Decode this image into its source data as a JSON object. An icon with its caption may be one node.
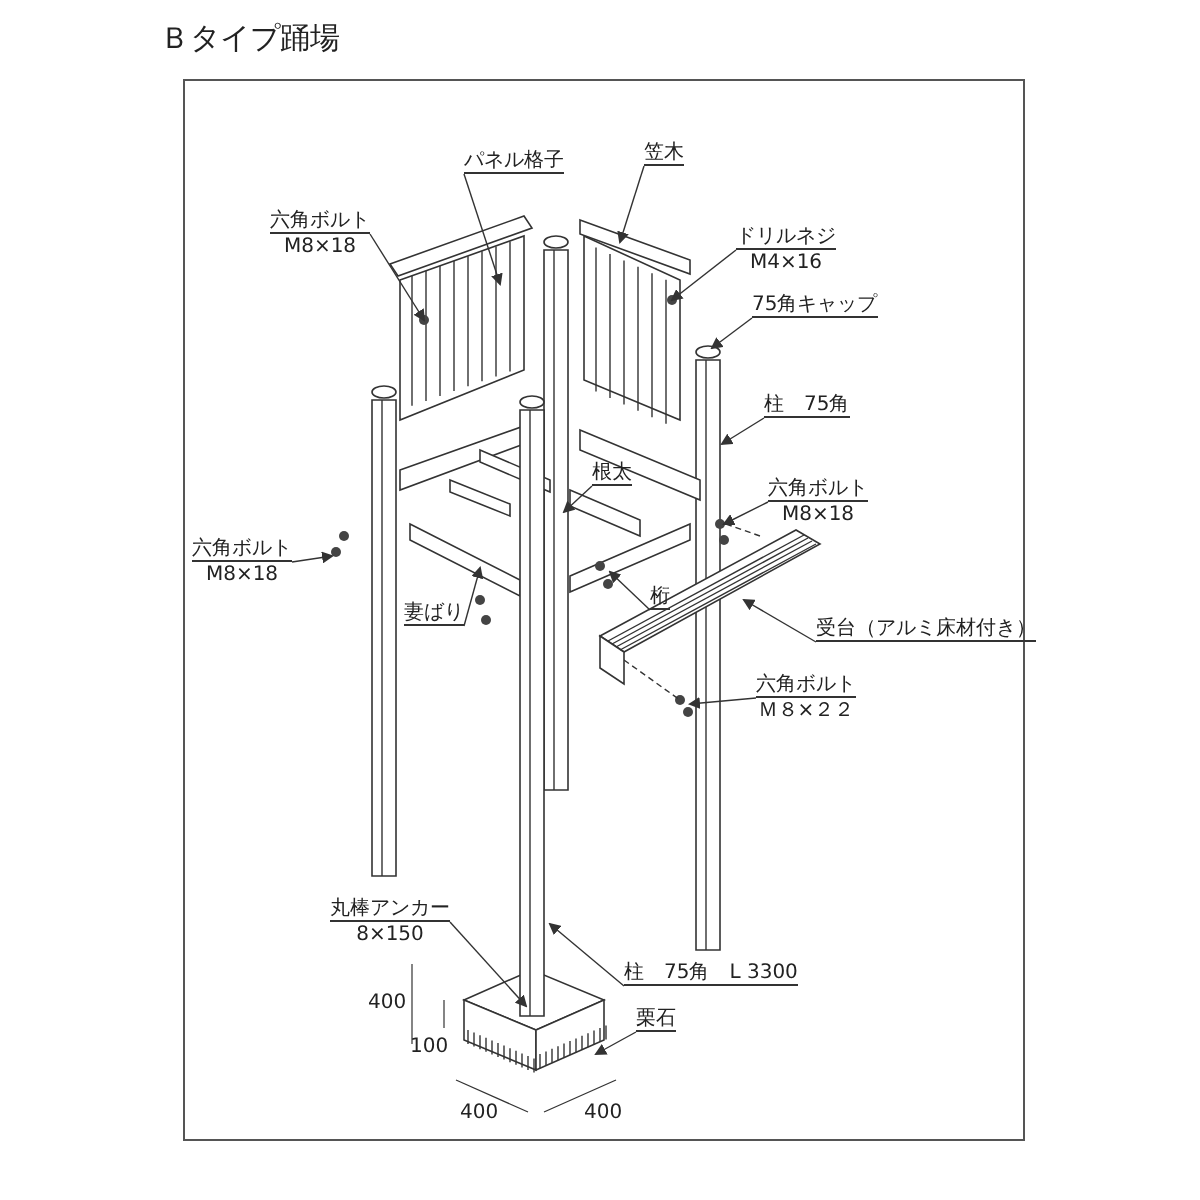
{
  "diagram": {
    "title": "Ｂタイプ踊場",
    "nodes": [
      {
        "text": [
          "六角ボルト",
          "M8×18"
        ]
      },
      {
        "text": [
          "パネル格子"
        ]
      },
      {
        "text": [
          "笠木"
        ]
      },
      {
        "text": [
          "ドリルネジ",
          "M4×16"
        ]
      },
      {
        "text": [
          "75角キャップ"
        ]
      },
      {
        "text": [
          "柱　75角"
        ]
      },
      {
        "text": [
          "根太"
        ]
      },
      {
        "text": [
          "六角ボルト",
          "M8×18"
        ]
      },
      {
        "text": [
          "六角ボルト",
          "M8×18"
        ]
      },
      {
        "text": [
          "妻ばり"
        ]
      },
      {
        "text": [
          "桁"
        ]
      },
      {
        "text": [
          "受台（アルミ床材付き）"
        ]
      },
      {
        "text": [
          "六角ボルト",
          "Ｍ８×２２"
        ]
      },
      {
        "text": [
          "丸棒アンカー",
          "8×150"
        ]
      },
      {
        "text": [
          "柱　75角　L 3300"
        ]
      },
      {
        "text": [
          "栗石"
        ]
      }
    ],
    "edges": [
      {
        "from": 0,
        "to": null,
        "arrow": "to"
      },
      {
        "from": 1,
        "to": null,
        "arrow": "to"
      },
      {
        "from": 2,
        "to": null,
        "arrow": "to"
      },
      {
        "from": 3,
        "to": null,
        "arrow": "to"
      },
      {
        "from": 4,
        "to": null,
        "arrow": "to"
      },
      {
        "from": 5,
        "to": null,
        "arrow": "to"
      },
      {
        "from": 6,
        "to": null,
        "arrow": "to"
      },
      {
        "from": 7,
        "to": null,
        "arrow": "to"
      },
      {
        "from": 8,
        "to": null,
        "arrow": "to"
      },
      {
        "from": 9,
        "to": null,
        "arrow": "to"
      },
      {
        "from": 10,
        "to": null,
        "arrow": "to"
      },
      {
        "from": 11,
        "to": null,
        "arrow": "to"
      },
      {
        "from": 12,
        "to": null,
        "arrow": "to"
      },
      {
        "from": 13,
        "to": null,
        "arrow": "to"
      },
      {
        "from": 14,
        "to": null,
        "arrow": "to"
      },
      {
        "from": 15,
        "to": null,
        "arrow": "to"
      }
    ],
    "labels": [
      "400",
      "100",
      "400",
      "400"
    ]
  }
}
